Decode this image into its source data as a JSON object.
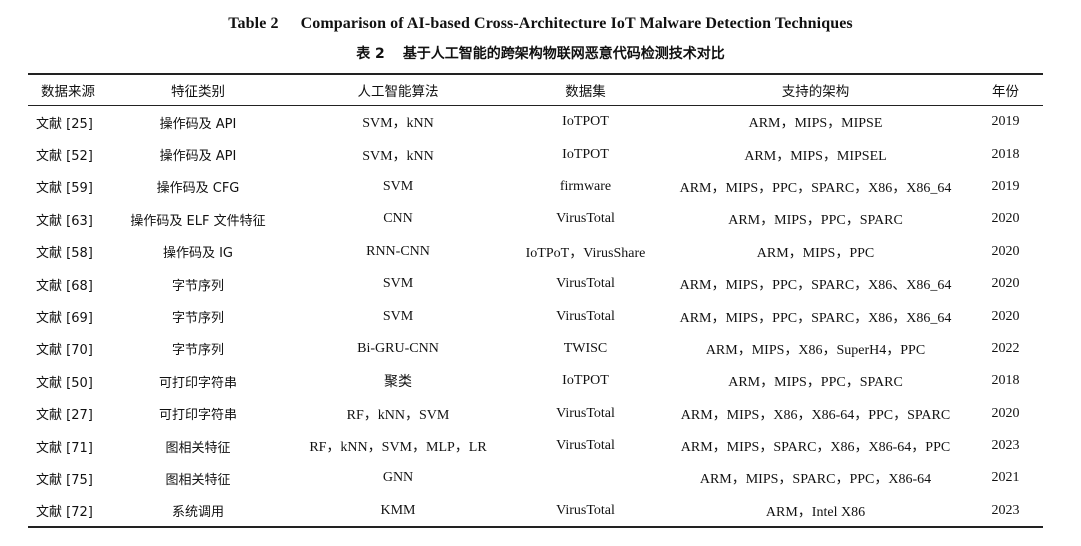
{
  "caption": {
    "en_label": "Table 2",
    "en_title": "Comparison of AI-based Cross-Architecture IoT Malware Detection Techniques",
    "zh_label": "表 2",
    "zh_title": "基于人工智能的跨架构物联网恶意代码检测技术对比"
  },
  "table": {
    "headers": [
      "数据来源",
      "特征类别",
      "人工智能算法",
      "数据集",
      "支持的架构",
      "年份"
    ],
    "rows": [
      {
        "source": "文献 [25]",
        "feature": "操作码及 API",
        "algorithm": "SVM，kNN",
        "dataset": "IoTPOT",
        "arch": "ARM，MIPS，MIPSE",
        "year": "2019"
      },
      {
        "source": "文献 [52]",
        "feature": "操作码及 API",
        "algorithm": "SVM，kNN",
        "dataset": "IoTPOT",
        "arch": "ARM，MIPS，MIPSEL",
        "year": "2018"
      },
      {
        "source": "文献 [59]",
        "feature": "操作码及 CFG",
        "algorithm": "SVM",
        "dataset": "firmware",
        "arch": "ARM，MIPS，PPC，SPARC，X86，X86_64",
        "year": "2019"
      },
      {
        "source": "文献 [63]",
        "feature": "操作码及 ELF 文件特征",
        "algorithm": "CNN",
        "dataset": "VirusTotal",
        "arch": "ARM，MIPS，PPC，SPARC",
        "year": "2020"
      },
      {
        "source": "文献 [58]",
        "feature": "操作码及 IG",
        "algorithm": "RNN-CNN",
        "dataset": "IoTPoT，VirusShare",
        "arch": "ARM，MIPS，PPC",
        "year": "2020"
      },
      {
        "source": "文献 [68]",
        "feature": "字节序列",
        "algorithm": "SVM",
        "dataset": "VirusTotal",
        "arch": "ARM，MIPS，PPC，SPARC，X86、X86_64",
        "year": "2020"
      },
      {
        "source": "文献 [69]",
        "feature": "字节序列",
        "algorithm": "SVM",
        "dataset": "VirusTotal",
        "arch": "ARM，MIPS，PPC，SPARC，X86，X86_64",
        "year": "2020"
      },
      {
        "source": "文献 [70]",
        "feature": "字节序列",
        "algorithm": "Bi-GRU-CNN",
        "dataset": "TWISC",
        "arch": "ARM，MIPS，X86，SuperH4，PPC",
        "year": "2022"
      },
      {
        "source": "文献 [50]",
        "feature": "可打印字符串",
        "algorithm": "聚类",
        "dataset": "IoTPOT",
        "arch": "ARM，MIPS，PPC，SPARC",
        "year": "2018"
      },
      {
        "source": "文献 [27]",
        "feature": "可打印字符串",
        "algorithm": "RF，kNN，SVM",
        "dataset": "VirusTotal",
        "arch": "ARM，MIPS，X86，X86-64，PPC，SPARC",
        "year": "2020"
      },
      {
        "source": "文献 [71]",
        "feature": "图相关特征",
        "algorithm": "RF，kNN，SVM，MLP，LR",
        "dataset": "VirusTotal",
        "arch": "ARM，MIPS，SPARC，X86，X86-64，PPC",
        "year": "2023"
      },
      {
        "source": "文献 [75]",
        "feature": "图相关特征",
        "algorithm": "GNN",
        "dataset": "",
        "arch": "ARM，MIPS，SPARC，PPC，X86-64",
        "year": "2021"
      },
      {
        "source": "文献 [72]",
        "feature": "系统调用",
        "algorithm": "KMM",
        "dataset": "VirusTotal",
        "arch": "ARM，Intel X86",
        "year": "2023"
      }
    ]
  }
}
